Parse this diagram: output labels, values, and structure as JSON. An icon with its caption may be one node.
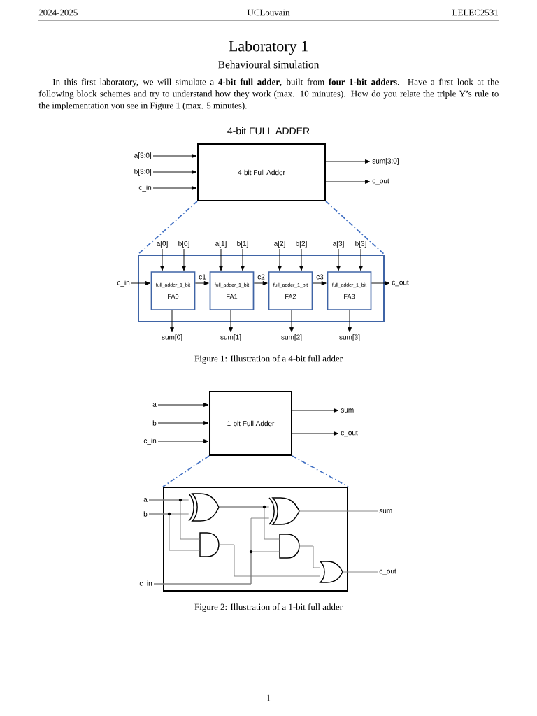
{
  "diagram": {
    "title": "Laboratory 1",
    "nodes": [
      {
        "text": [
          "4-bit Full Adder"
        ]
      },
      {
        "text": [
          "a[3:0]"
        ]
      },
      {
        "text": [
          "b[3:0]"
        ]
      },
      {
        "text": [
          "c_in"
        ]
      },
      {
        "text": [
          "sum[3:0]"
        ]
      },
      {
        "text": [
          "c_out"
        ]
      },
      {
        "text": [],
        "shape": "box"
      },
      {
        "text": [
          "full_adder_1_bit",
          "FA0"
        ],
        "in": 6
      },
      {
        "text": [
          "full_adder_1_bit",
          "FA1"
        ],
        "in": 6
      },
      {
        "text": [
          "full_adder_1_bit",
          "FA2"
        ],
        "in": 6
      },
      {
        "text": [
          "full_adder_1_bit",
          "FA3"
        ],
        "in": 6
      },
      {
        "text": [
          "a[0]"
        ]
      },
      {
        "text": [
          "b[0]"
        ]
      },
      {
        "text": [
          "a[1]"
        ]
      },
      {
        "text": [
          "b[1]"
        ]
      },
      {
        "text": [
          "a[2]"
        ]
      },
      {
        "text": [
          "b[2]"
        ]
      },
      {
        "text": [
          "a[3]"
        ]
      },
      {
        "text": [
          "b[3]"
        ]
      },
      {
        "text": [
          "c_in"
        ]
      },
      {
        "text": [
          "c_out"
        ]
      },
      {
        "text": [
          "sum[0]"
        ]
      },
      {
        "text": [
          "sum[1]"
        ]
      },
      {
        "text": [
          "sum[2]"
        ]
      },
      {
        "text": [
          "sum[3]"
        ]
      },
      {
        "text": [
          "1-bit Full Adder"
        ]
      },
      {
        "text": [
          "a"
        ]
      },
      {
        "text": [
          "b"
        ]
      },
      {
        "text": [
          "c_in"
        ]
      },
      {
        "text": [
          "sum"
        ]
      },
      {
        "text": [
          "c_out"
        ]
      },
      {
        "text": [],
        "shape": "box"
      },
      {
        "text": [],
        "shape": "gate",
        "in": 31
      },
      {
        "text": [],
        "shape": "gate",
        "in": 31
      },
      {
        "text": [],
        "shape": "gate",
        "in": 31
      },
      {
        "text": [],
        "shape": "gate",
        "in": 31
      },
      {
        "text": [],
        "shape": "gate",
        "in": 31
      },
      {
        "text": [
          "a"
        ]
      },
      {
        "text": [
          "b"
        ]
      },
      {
        "text": [
          "c_in"
        ]
      },
      {
        "text": [
          "sum"
        ]
      },
      {
        "text": [
          "c_out"
        ]
      }
    ],
    "edges": [
      {
        "from": 1,
        "to": 0,
        "arrow": "to"
      },
      {
        "from": 2,
        "to": 0,
        "arrow": "to"
      },
      {
        "from": 3,
        "to": 0,
        "arrow": "to"
      },
      {
        "from": 0,
        "to": 4,
        "arrow": "to"
      },
      {
        "from": 0,
        "to": 5,
        "arrow": "to"
      },
      {
        "from": 0,
        "to": 6,
        "arrow": "none",
        "style": "dashed",
        "color": "#4472c4"
      },
      {
        "from": 0,
        "to": 6,
        "arrow": "none",
        "style": "dashed",
        "color": "#4472c4"
      },
      {
        "from": 11,
        "to": 7,
        "arrow": "to"
      },
      {
        "from": 12,
        "to": 7,
        "arrow": "to"
      },
      {
        "from": 13,
        "to": 8,
        "arrow": "to"
      },
      {
        "from": 14,
        "to": 8,
        "arrow": "to"
      },
      {
        "from": 15,
        "to": 9,
        "arrow": "to"
      },
      {
        "from": 16,
        "to": 9,
        "arrow": "to"
      },
      {
        "from": 17,
        "to": 10,
        "arrow": "to"
      },
      {
        "from": 18,
        "to": 10,
        "arrow": "to"
      },
      {
        "from": 19,
        "to": 7,
        "arrow": "to"
      },
      {
        "from": 7,
        "to": 8,
        "arrow": "to",
        "label": "c1"
      },
      {
        "from": 8,
        "to": 9,
        "arrow": "to",
        "label": "c2"
      },
      {
        "from": 9,
        "to": 10,
        "arrow": "to",
        "label": "c3"
      },
      {
        "from": 10,
        "to": 20,
        "arrow": "to"
      },
      {
        "from": 7,
        "to": 21,
        "arrow": "to"
      },
      {
        "from": 8,
        "to": 22,
        "arrow": "to"
      },
      {
        "from": 9,
        "to": 23,
        "arrow": "to"
      },
      {
        "from": 10,
        "to": 24,
        "arrow": "to"
      },
      {
        "from": 26,
        "to": 25,
        "arrow": "to"
      },
      {
        "from": 27,
        "to": 25,
        "arrow": "to"
      },
      {
        "from": 28,
        "to": 25,
        "arrow": "to"
      },
      {
        "from": 25,
        "to": 29,
        "arrow": "to"
      },
      {
        "from": 25,
        "to": 30,
        "arrow": "to"
      },
      {
        "from": 25,
        "to": 31,
        "arrow": "none",
        "style": "dashed",
        "color": "#4472c4"
      },
      {
        "from": 25,
        "to": 31,
        "arrow": "none",
        "style": "dashed",
        "color": "#4472c4"
      },
      {
        "from": 37,
        "to": 32,
        "arrow": "none",
        "color": "#808080"
      },
      {
        "from": 38,
        "to": 32,
        "arrow": "none",
        "color": "#808080"
      },
      {
        "from": 37,
        "to": 34,
        "arrow": "none",
        "color": "#808080"
      },
      {
        "from": 38,
        "to": 34,
        "arrow": "none",
        "color": "#808080"
      },
      {
        "from": 32,
        "to": 33,
        "arrow": "none",
        "color": "#808080"
      },
      {
        "from": 32,
        "to": 35,
        "arrow": "none",
        "color": "#808080"
      },
      {
        "from": 39,
        "to": 33,
        "arrow": "none",
        "color": "#808080"
      },
      {
        "from": 39,
        "to": 35,
        "arrow": "none",
        "color": "#808080"
      },
      {
        "from": 34,
        "to": 36,
        "arrow": "none",
        "color": "#808080"
      },
      {
        "from": 35,
        "to": 36,
        "arrow": "none",
        "color": "#808080"
      },
      {
        "from": 33,
        "to": 40,
        "arrow": "none",
        "color": "#808080"
      },
      {
        "from": 36,
        "to": 41,
        "arrow": "none",
        "color": "#808080"
      }
    ],
    "labels": [
      "2024-2025",
      "UCLouvain",
      "LELEC2531",
      "Behavioural simulation",
      "In this first laboratory, we will simulate a **4-bit full adder**, built from **four 1-bit adders**. Have a first look at the following block schemes and try to understand how they work (max. 10 minutes). How do you relate the triple Y’s rule to the implementation you see in Figure 1 (max. 5 minutes).",
      "4-bit FULL ADDER",
      "Figure 1: Illustration of a 4-bit full adder",
      "Figure 2: Illustration of a 1-bit full adder",
      "1"
    ]
  }
}
